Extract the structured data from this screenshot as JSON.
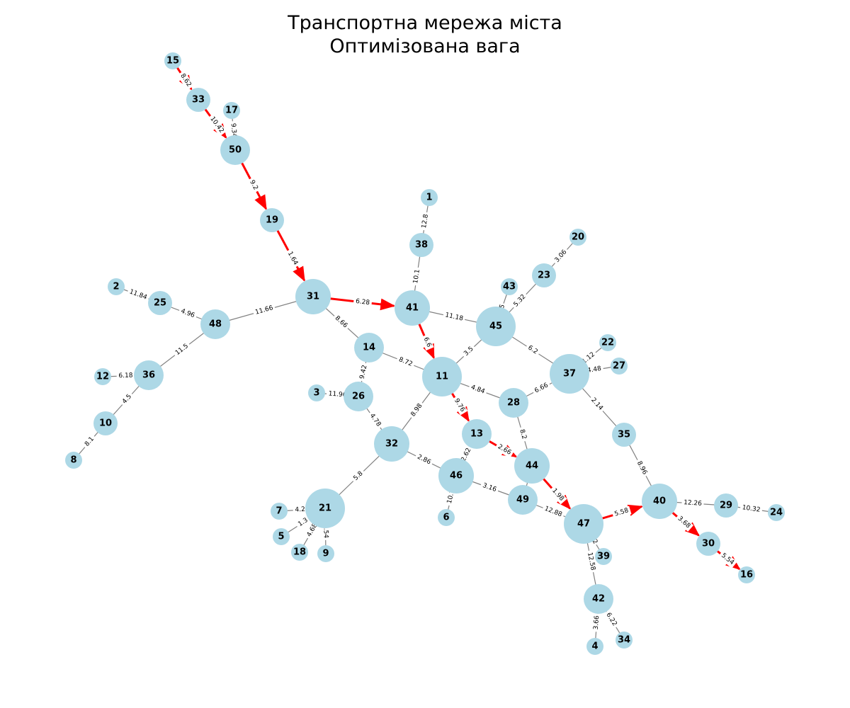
{
  "title_line1": "Транспортна мережа міста",
  "title_line2": "Оптимізована вага",
  "colors": {
    "node_fill": "#add8e6",
    "edge": "#808080",
    "path_edge": "#ff0000",
    "label_bg": "#ffffff"
  },
  "nodes": [
    {
      "id": "15",
      "degree": 1
    },
    {
      "id": "33",
      "degree": 2
    },
    {
      "id": "17",
      "degree": 1
    },
    {
      "id": "50",
      "degree": 3
    },
    {
      "id": "19",
      "degree": 2
    },
    {
      "id": "1",
      "degree": 1
    },
    {
      "id": "38",
      "degree": 2
    },
    {
      "id": "20",
      "degree": 1
    },
    {
      "id": "23",
      "degree": 2
    },
    {
      "id": "43",
      "degree": 1
    },
    {
      "id": "2",
      "degree": 1
    },
    {
      "id": "25",
      "degree": 2
    },
    {
      "id": "31",
      "degree": 4
    },
    {
      "id": "41",
      "degree": 4
    },
    {
      "id": "45",
      "degree": 5
    },
    {
      "id": "48",
      "degree": 3
    },
    {
      "id": "22",
      "degree": 1
    },
    {
      "id": "14",
      "degree": 3
    },
    {
      "id": "27",
      "degree": 1
    },
    {
      "id": "37",
      "degree": 5
    },
    {
      "id": "11",
      "degree": 6
    },
    {
      "id": "36",
      "degree": 3
    },
    {
      "id": "12",
      "degree": 1
    },
    {
      "id": "3",
      "degree": 1
    },
    {
      "id": "26",
      "degree": 3
    },
    {
      "id": "28",
      "degree": 3
    },
    {
      "id": "10",
      "degree": 2
    },
    {
      "id": "13",
      "degree": 3
    },
    {
      "id": "35",
      "degree": 2
    },
    {
      "id": "32",
      "degree": 4
    },
    {
      "id": "8",
      "degree": 1
    },
    {
      "id": "44",
      "degree": 4
    },
    {
      "id": "46",
      "degree": 4
    },
    {
      "id": "49",
      "degree": 3
    },
    {
      "id": "40",
      "degree": 4
    },
    {
      "id": "29",
      "degree": 2
    },
    {
      "id": "24",
      "degree": 1
    },
    {
      "id": "21",
      "degree": 6
    },
    {
      "id": "7",
      "degree": 1
    },
    {
      "id": "6",
      "degree": 1
    },
    {
      "id": "47",
      "degree": 6
    },
    {
      "id": "5",
      "degree": 1
    },
    {
      "id": "30",
      "degree": 2
    },
    {
      "id": "39",
      "degree": 1
    },
    {
      "id": "18",
      "degree": 1
    },
    {
      "id": "9",
      "degree": 1
    },
    {
      "id": "16",
      "degree": 1
    },
    {
      "id": "42",
      "degree": 3
    },
    {
      "id": "4",
      "degree": 1
    },
    {
      "id": "34",
      "degree": 1
    }
  ],
  "edges": [
    {
      "source": "15",
      "target": "33",
      "weight": "8.62",
      "path": true
    },
    {
      "source": "33",
      "target": "50",
      "weight": "10.42",
      "path": true
    },
    {
      "source": "17",
      "target": "50",
      "weight": "9.34",
      "path": false
    },
    {
      "source": "50",
      "target": "19",
      "weight": "9.2",
      "path": true
    },
    {
      "source": "19",
      "target": "31",
      "weight": "1.64",
      "path": true
    },
    {
      "source": "31",
      "target": "41",
      "weight": "6.28",
      "path": true
    },
    {
      "source": "41",
      "target": "11",
      "weight": "6.6",
      "path": true
    },
    {
      "source": "11",
      "target": "13",
      "weight": "9.76",
      "path": true
    },
    {
      "source": "13",
      "target": "44",
      "weight": "2.66",
      "path": true
    },
    {
      "source": "44",
      "target": "47",
      "weight": "1.98",
      "path": true
    },
    {
      "source": "47",
      "target": "40",
      "weight": "5.58",
      "path": true
    },
    {
      "source": "40",
      "target": "30",
      "weight": "3.68",
      "path": true
    },
    {
      "source": "30",
      "target": "16",
      "weight": "5.54",
      "path": true
    },
    {
      "source": "1",
      "target": "38",
      "weight": "12.8",
      "path": false
    },
    {
      "source": "38",
      "target": "41",
      "weight": "10.1",
      "path": false
    },
    {
      "source": "20",
      "target": "23",
      "weight": "3.06",
      "path": false
    },
    {
      "source": "23",
      "target": "45",
      "weight": "5.32",
      "path": false
    },
    {
      "source": "43",
      "target": "45",
      "weight": "5",
      "path": false
    },
    {
      "source": "41",
      "target": "45",
      "weight": "11.18",
      "path": false
    },
    {
      "source": "45",
      "target": "11",
      "weight": "3.5",
      "path": false
    },
    {
      "source": "45",
      "target": "37",
      "weight": "6.2",
      "path": false
    },
    {
      "source": "2",
      "target": "25",
      "weight": "11.84",
      "path": false
    },
    {
      "source": "25",
      "target": "48",
      "weight": "4.96",
      "path": false
    },
    {
      "source": "48",
      "target": "31",
      "weight": "11.66",
      "path": false
    },
    {
      "source": "48",
      "target": "36",
      "weight": "11.5",
      "path": false
    },
    {
      "source": "31",
      "target": "14",
      "weight": "8.66",
      "path": false
    },
    {
      "source": "14",
      "target": "11",
      "weight": "8.72",
      "path": false
    },
    {
      "source": "14",
      "target": "26",
      "weight": "9.42",
      "path": false
    },
    {
      "source": "22",
      "target": "37",
      "weight": "1.12",
      "path": false
    },
    {
      "source": "27",
      "target": "37",
      "weight": "4.48",
      "path": false
    },
    {
      "source": "37",
      "target": "28",
      "weight": "6.66",
      "path": false
    },
    {
      "source": "37",
      "target": "35",
      "weight": "2.14",
      "path": false
    },
    {
      "source": "11",
      "target": "28",
      "weight": "4.84",
      "path": false
    },
    {
      "source": "11",
      "target": "32",
      "weight": "8.98",
      "path": false
    },
    {
      "source": "12",
      "target": "36",
      "weight": "6.18",
      "path": false
    },
    {
      "source": "36",
      "target": "10",
      "weight": "4.5",
      "path": false
    },
    {
      "source": "10",
      "target": "8",
      "weight": "8.1",
      "path": false
    },
    {
      "source": "3",
      "target": "26",
      "weight": "11.96",
      "path": false
    },
    {
      "source": "26",
      "target": "32",
      "weight": "4.78",
      "path": false
    },
    {
      "source": "28",
      "target": "44",
      "weight": "8.2",
      "path": false
    },
    {
      "source": "13",
      "target": "46",
      "weight": "2.62",
      "path": false
    },
    {
      "source": "35",
      "target": "40",
      "weight": "8.96",
      "path": false
    },
    {
      "source": "32",
      "target": "46",
      "weight": "2.86",
      "path": false
    },
    {
      "source": "32",
      "target": "21",
      "weight": "5.8",
      "path": false
    },
    {
      "source": "44",
      "target": "49",
      "weight": "",
      "path": false
    },
    {
      "source": "46",
      "target": "49",
      "weight": "3.16",
      "path": false
    },
    {
      "source": "46",
      "target": "6",
      "weight": "10.1",
      "path": false
    },
    {
      "source": "49",
      "target": "47",
      "weight": "12.88",
      "path": false
    },
    {
      "source": "40",
      "target": "29",
      "weight": "12.26",
      "path": false
    },
    {
      "source": "29",
      "target": "24",
      "weight": "10.32",
      "path": false
    },
    {
      "source": "21",
      "target": "7",
      "weight": "4.26",
      "path": false
    },
    {
      "source": "21",
      "target": "5",
      "weight": "1.3",
      "path": false
    },
    {
      "source": "21",
      "target": "18",
      "weight": "4.68",
      "path": false
    },
    {
      "source": "21",
      "target": "9",
      "weight": "3.54",
      "path": false
    },
    {
      "source": "47",
      "target": "39",
      "weight": "22",
      "path": false
    },
    {
      "source": "47",
      "target": "42",
      "weight": "12.58",
      "path": false
    },
    {
      "source": "42",
      "target": "4",
      "weight": "3.66",
      "path": false
    },
    {
      "source": "42",
      "target": "34",
      "weight": "6.22",
      "path": false
    }
  ]
}
